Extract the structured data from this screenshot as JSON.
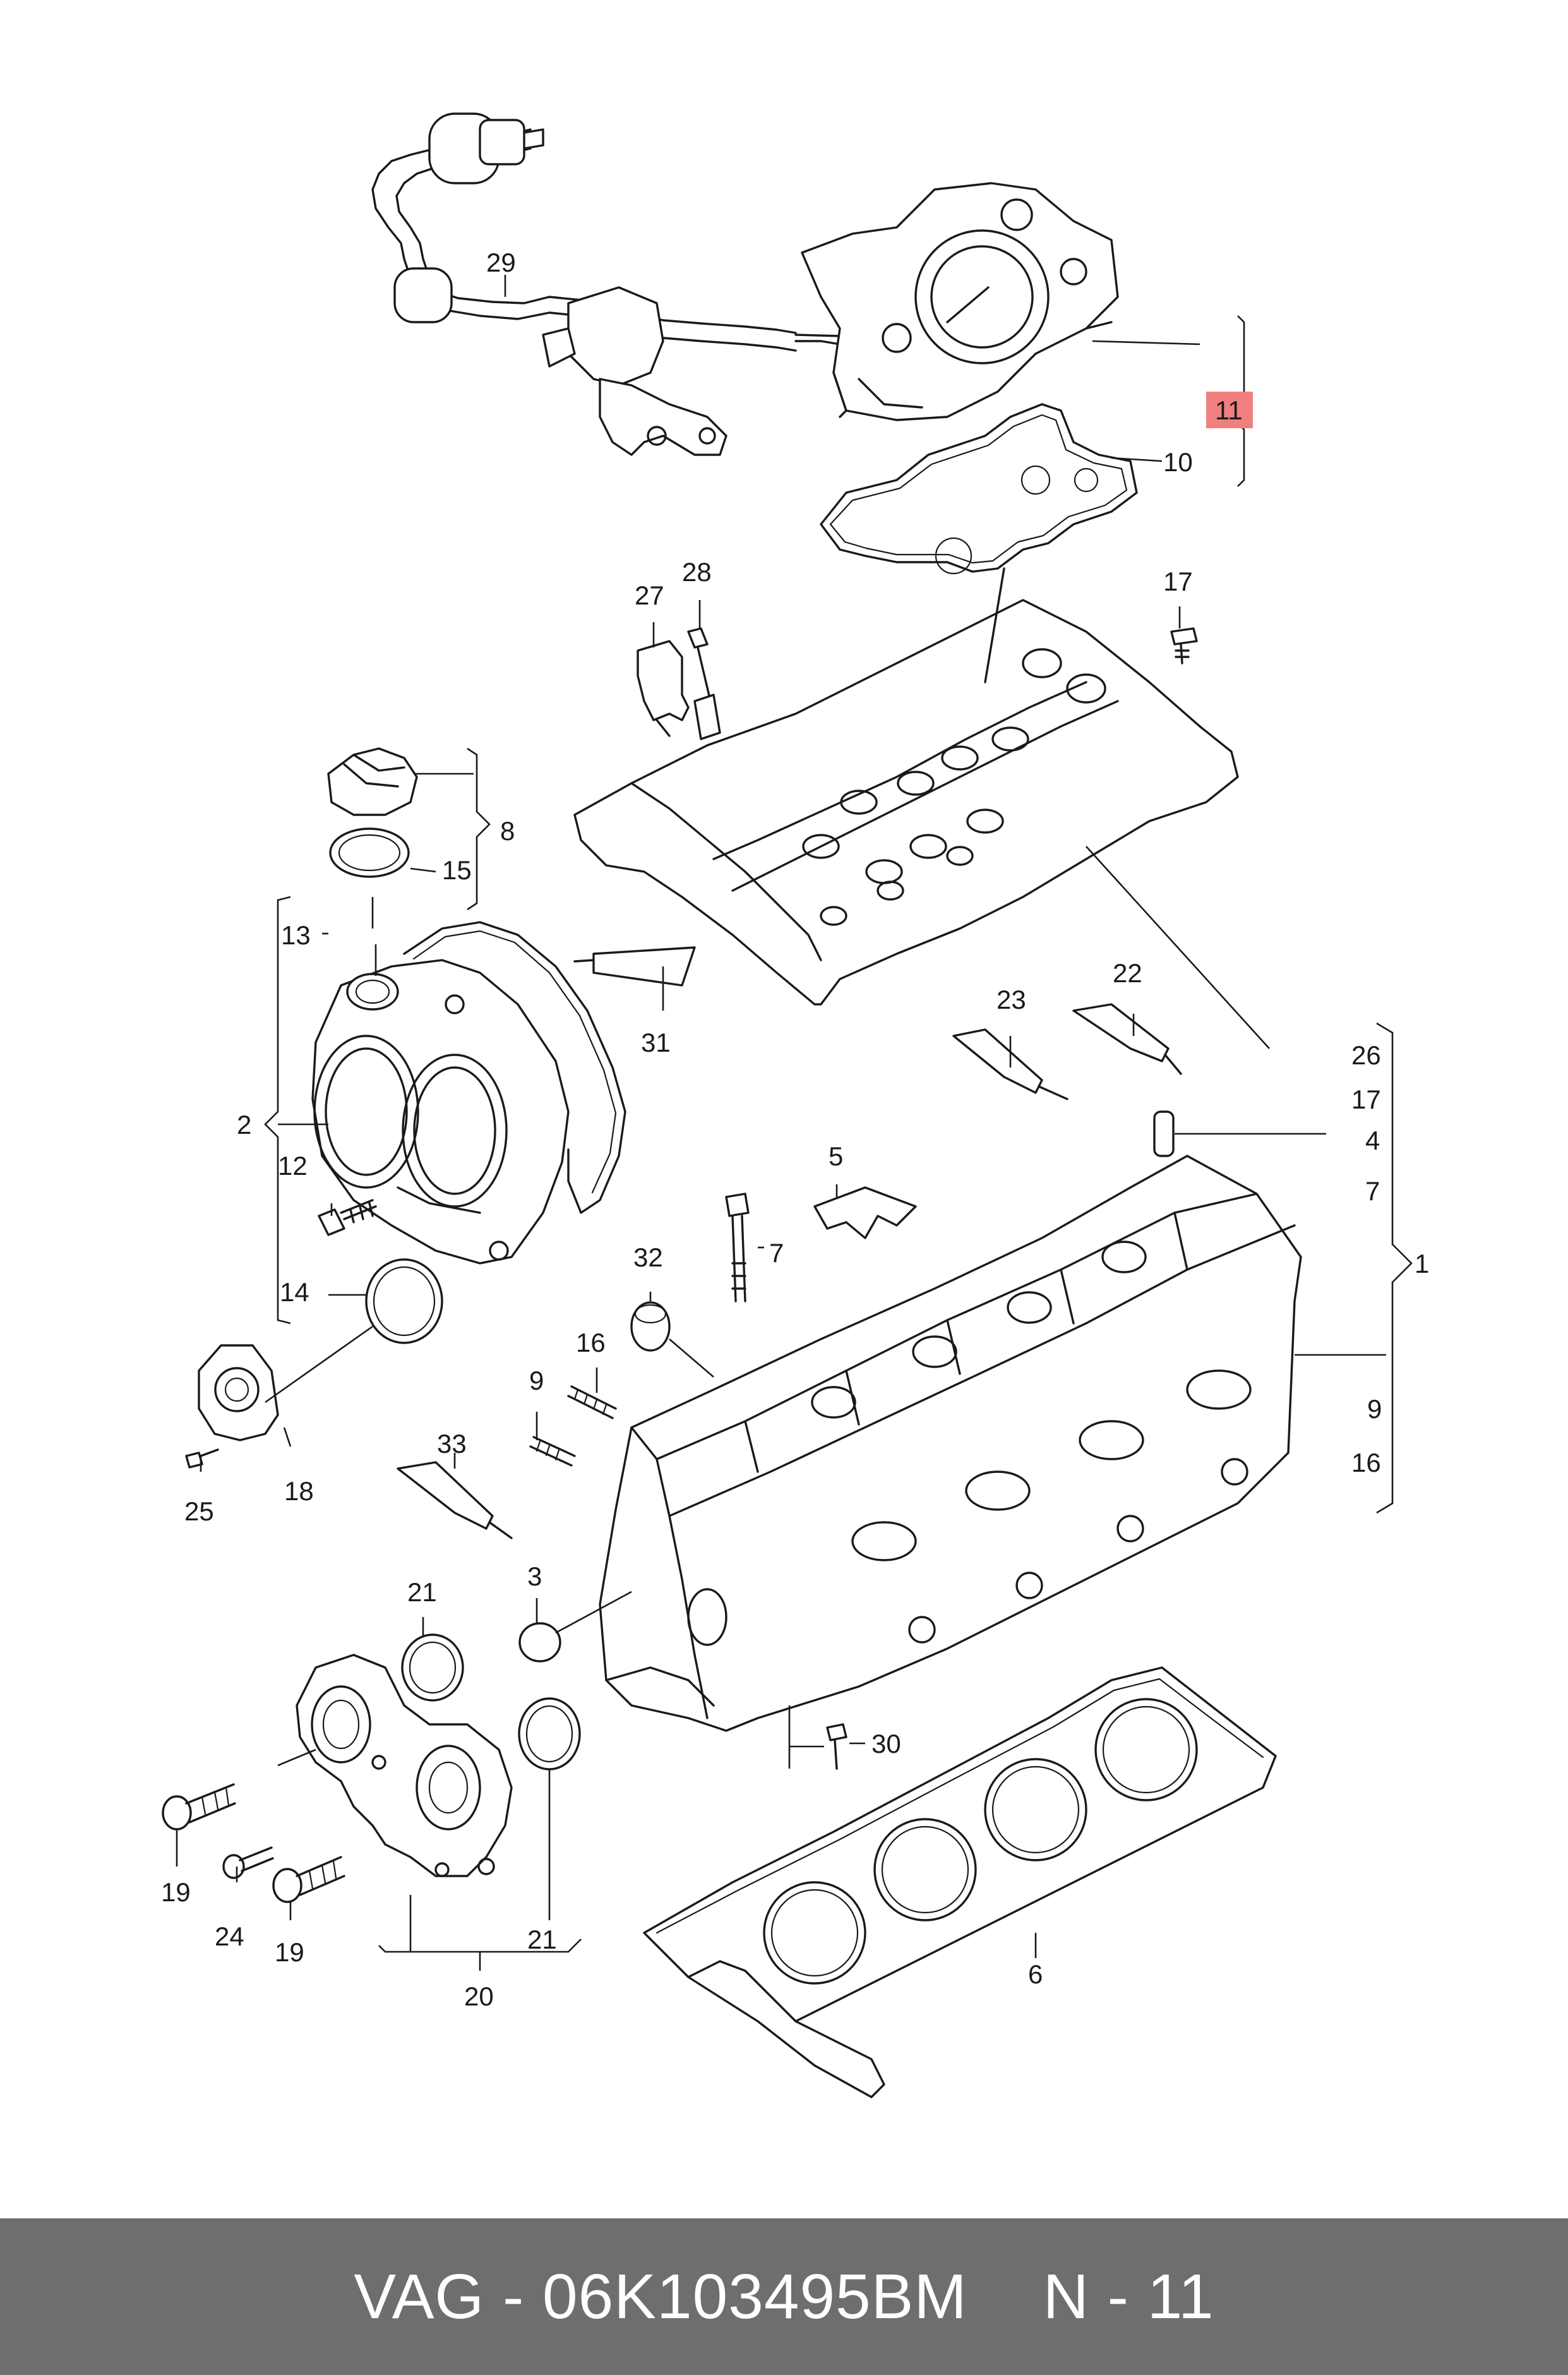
{
  "footer": {
    "part_label": "VAG - 06K103495BM",
    "page_label": "N - 11"
  },
  "highlight_color": "#f08080",
  "callouts": {
    "c29": "29",
    "c11": "11",
    "c10": "10",
    "c27": "27",
    "c28": "28",
    "c17a": "17",
    "c8": "8",
    "c15": "15",
    "c13": "13",
    "c31": "31",
    "c2": "2",
    "c12": "12",
    "c14": "14",
    "c18": "18",
    "c25": "25",
    "c22": "22",
    "c23": "23",
    "c26": "26",
    "c17b": "17",
    "c4": "4",
    "c7a": "7",
    "c1": "1",
    "c5": "5",
    "c7b": "7",
    "c32": "32",
    "c16a": "16",
    "c9a": "9",
    "c9b": "9",
    "c16b": "16",
    "c33": "33",
    "c3": "3",
    "c21a": "21",
    "c30": "30",
    "c19a": "19",
    "c24": "24",
    "c19b": "19",
    "c21b": "21",
    "c20": "20",
    "c6": "6"
  }
}
